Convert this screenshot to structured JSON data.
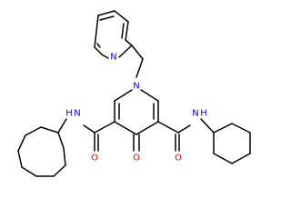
{
  "molecule": {
    "atom_labels": {
      "pyridine_n": "N",
      "ring_n": "N",
      "ketone_o": "O",
      "amide_o_left": "O",
      "amide_o_right": "O",
      "amide_nh_left": "H",
      "amide_nh_right": "H",
      "amide_n_left": "N",
      "amide_n_right": "N"
    },
    "colors": {
      "nitrogen": "#0000ff",
      "oxygen": "#ff0000",
      "bond": "#000000",
      "background": "#ffffff"
    }
  }
}
